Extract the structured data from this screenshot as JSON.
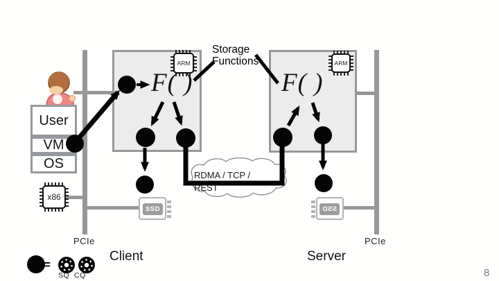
{
  "slide": {
    "page_number": "8",
    "annotation": {
      "line1": "Storage",
      "line2": "Functions"
    },
    "client": {
      "label": "Client",
      "function_label": "F( )",
      "nic_chip_label": "ARM",
      "host_chip_label": "x86",
      "ssd_label": "SSD",
      "pcie_label": "PCIe",
      "stack": {
        "user": "User",
        "vm": "VM",
        "os": "OS"
      }
    },
    "server": {
      "label": "Server",
      "function_label": "F( )",
      "nic_chip_label": "ARM",
      "ssd_label": "SSD",
      "pcie_label": "PCIe"
    },
    "network_cloud": {
      "line1": "RDMA / TCP /",
      "line2": "REST"
    },
    "legend": {
      "equals": "=",
      "sq_label": "SQ",
      "cq_label": "CQ"
    },
    "colors": {
      "background": "#fffffd",
      "box_fill": "#ececec",
      "border_gray": "#95999d",
      "line_gray": "#979797",
      "ssd_gray": "#9c9c9c",
      "black": "#0a0a0a"
    }
  }
}
